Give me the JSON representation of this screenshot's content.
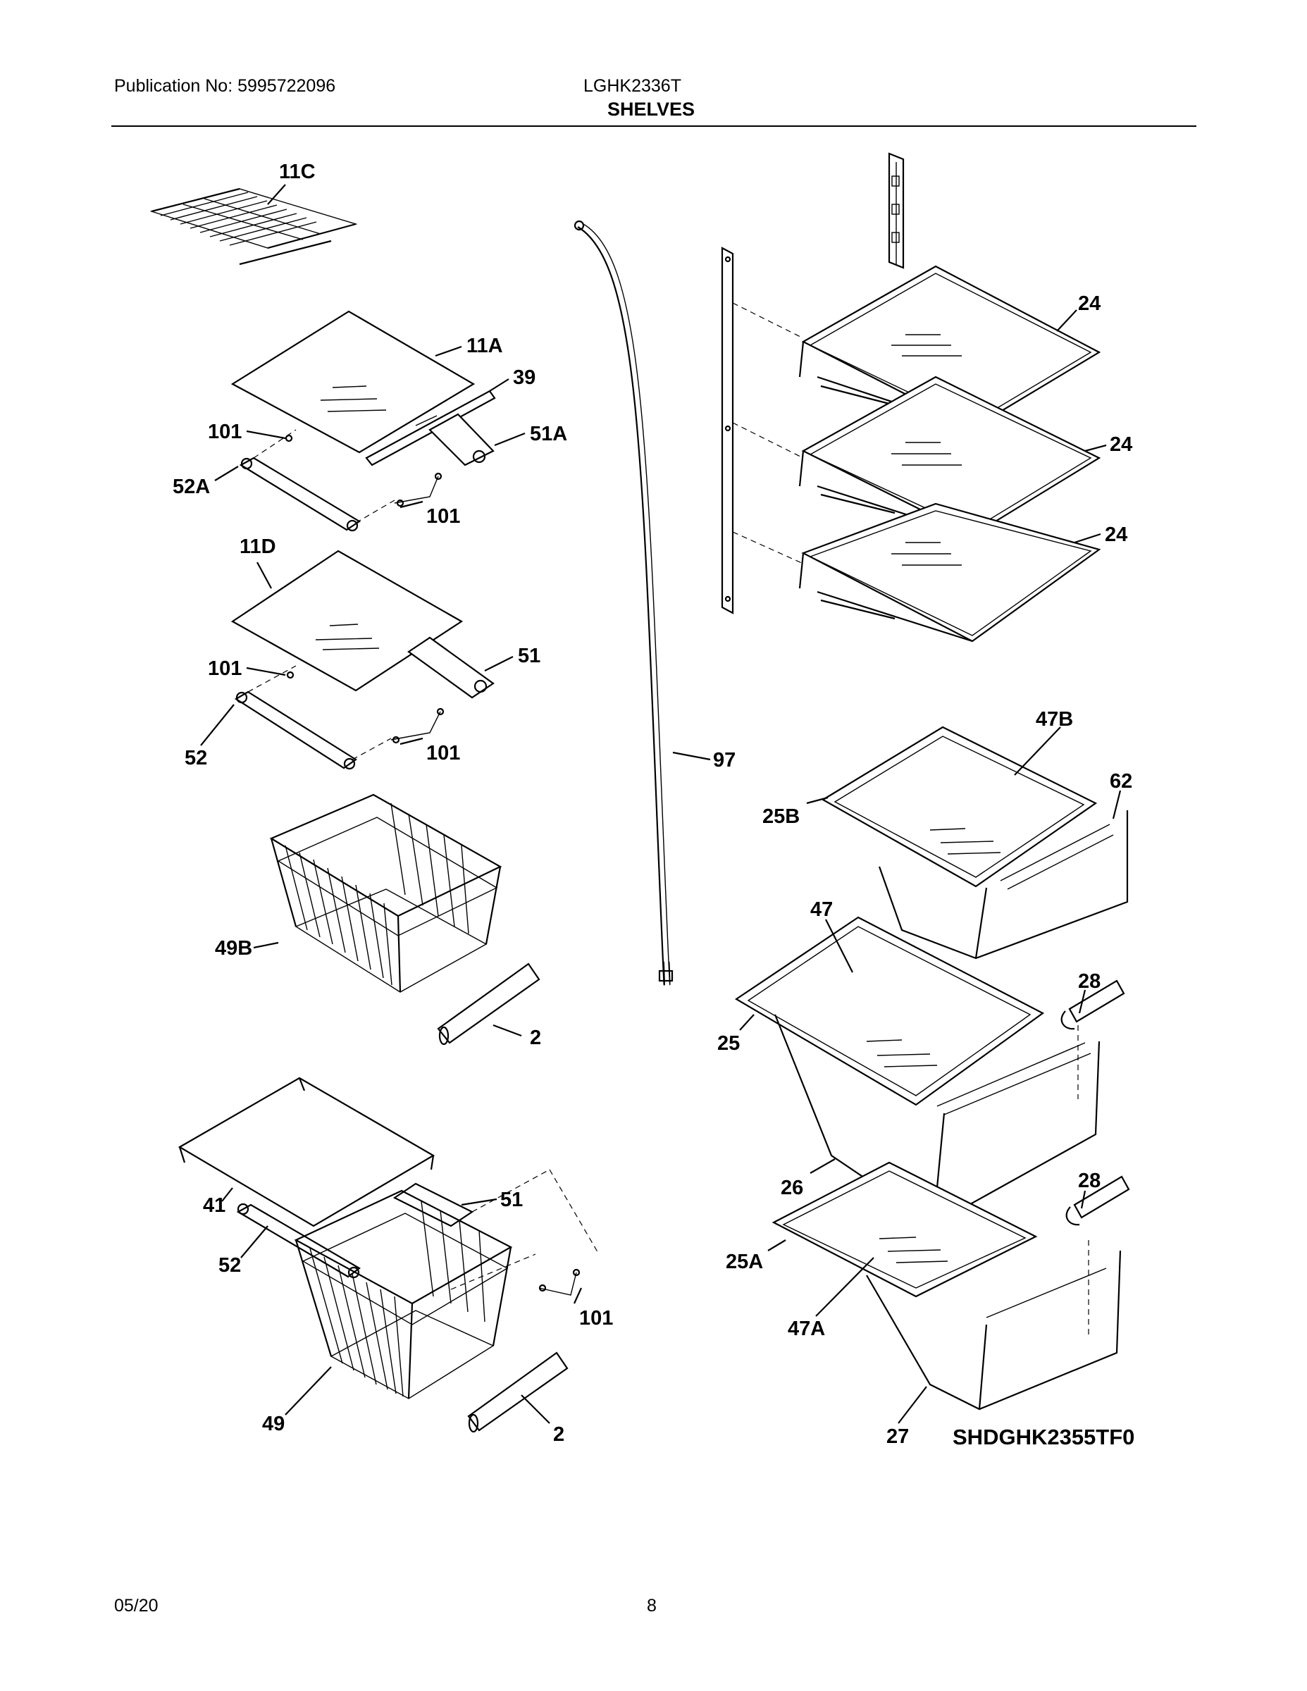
{
  "header": {
    "publication": "Publication No: 5995722096",
    "model": "LGHK2336T",
    "section": "SHELVES"
  },
  "footer": {
    "date": "05/20",
    "page": "8"
  },
  "diagram_code": "SHDGHK2355TF0",
  "part_labels": {
    "p11C": "11C",
    "p11A": "11A",
    "p39": "39",
    "p101a": "101",
    "p51A": "51A",
    "p52A": "52A",
    "p101b": "101",
    "p11D": "11D",
    "p101c": "101",
    "p51a": "51",
    "p52a": "52",
    "p101d": "101",
    "p49B": "49B",
    "p2a": "2",
    "p41": "41",
    "p51b": "51",
    "p52b": "52",
    "p101e": "101",
    "p49": "49",
    "p2b": "2",
    "p97": "97",
    "p24a": "24",
    "p24b": "24",
    "p24c": "24",
    "p47B": "47B",
    "p62": "62",
    "p25B": "25B",
    "p47": "47",
    "p28a": "28",
    "p25": "25",
    "p26": "26",
    "p28b": "28",
    "p25A": "25A",
    "p47A": "47A",
    "p27": "27"
  }
}
